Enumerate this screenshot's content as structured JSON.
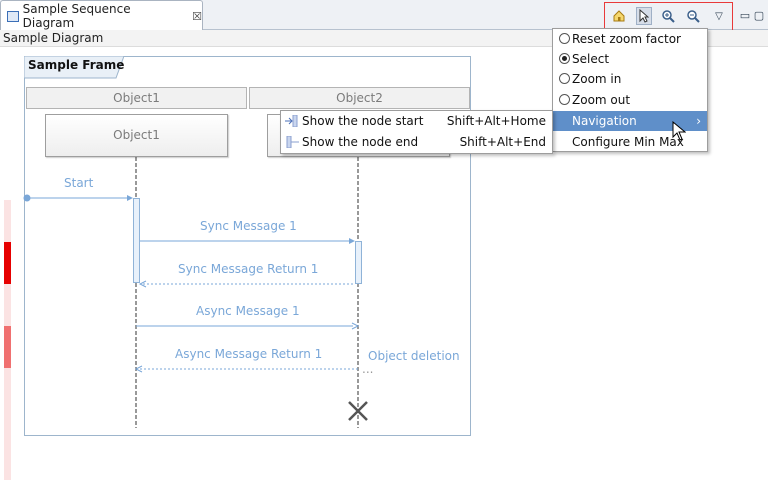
{
  "tab": {
    "title": "Sample Sequence Diagram",
    "close_glyph": "☒"
  },
  "view": {
    "title": "Sample Diagram"
  },
  "toolbar": {
    "min_glyph": "▭",
    "max_glyph": "▢",
    "menu_glyph": "▽"
  },
  "diagram": {
    "frame_label": "Sample Frame",
    "lifelines": [
      {
        "name": "Object1"
      },
      {
        "name": "Object2"
      }
    ],
    "messages": {
      "start": "Start",
      "sync1": "Sync Message 1",
      "sync_return1": "Sync Message Return 1",
      "async1": "Async Message 1",
      "async_return1": "Async Message Return 1",
      "object_deletion": "Object deletion",
      "ellipsis": "..."
    },
    "colors": {
      "message": "#7aa7d8",
      "frame_border": "#9db5cc"
    }
  },
  "zoom_menu": {
    "items": [
      {
        "label": "Reset zoom factor",
        "selected": false
      },
      {
        "label": "Select",
        "selected": true
      },
      {
        "label": "Zoom in",
        "selected": false
      },
      {
        "label": "Zoom out",
        "selected": false
      }
    ],
    "navigation": "Navigation",
    "configure": "Configure Min Max",
    "highlight_color": "#5f8fc9"
  },
  "nav_menu": {
    "items": [
      {
        "label": "Show the node start",
        "shortcut": "Shift+Alt+Home"
      },
      {
        "label": "Show the node end",
        "shortcut": "Shift+Alt+End"
      }
    ]
  },
  "overview_strip": {
    "colors": [
      "#fbe3e3",
      "#e60000",
      "#fbe3e3",
      "#f07070",
      "#fbe3e3"
    ]
  }
}
